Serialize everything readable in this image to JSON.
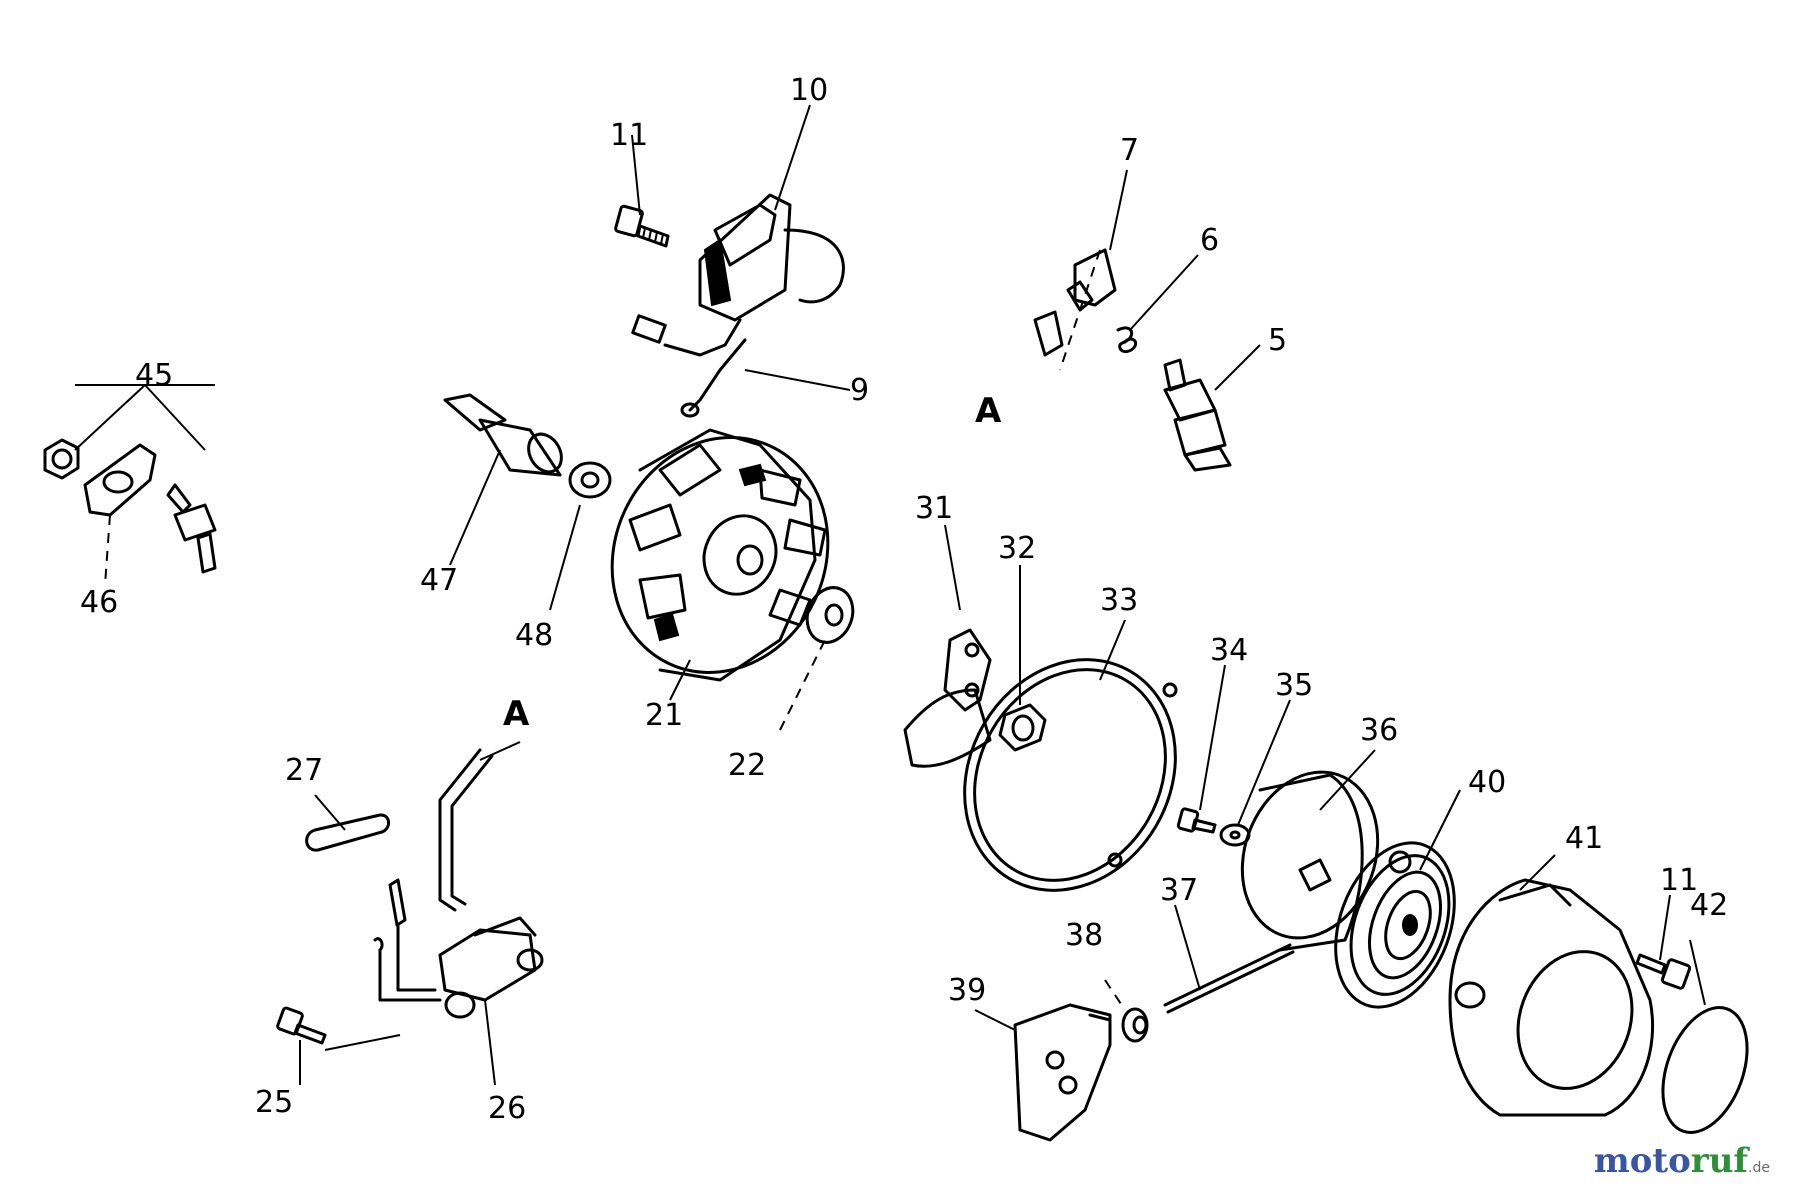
{
  "diagram": {
    "labels": {
      "p5": "5",
      "p6": "6",
      "p7": "7",
      "p9": "9",
      "p10": "10",
      "p11a": "11",
      "p11b": "11",
      "p21": "21",
      "p22": "22",
      "p25": "25",
      "p26": "26",
      "p27": "27",
      "p31": "31",
      "p32": "32",
      "p33": "33",
      "p34": "34",
      "p35": "35",
      "p36": "36",
      "p37": "37",
      "p38": "38",
      "p39": "39",
      "p40": "40",
      "p41": "41",
      "p42": "42",
      "p45": "45",
      "p46": "46",
      "p47": "47",
      "p48": "48",
      "connA1": "A",
      "connA2": "A"
    }
  },
  "watermark": {
    "main_a": "moto",
    "main_b": "ruf",
    "tld": ".de",
    "colors": {
      "moto": "#3b55a6",
      "ruf": "#2e8f3a"
    }
  }
}
